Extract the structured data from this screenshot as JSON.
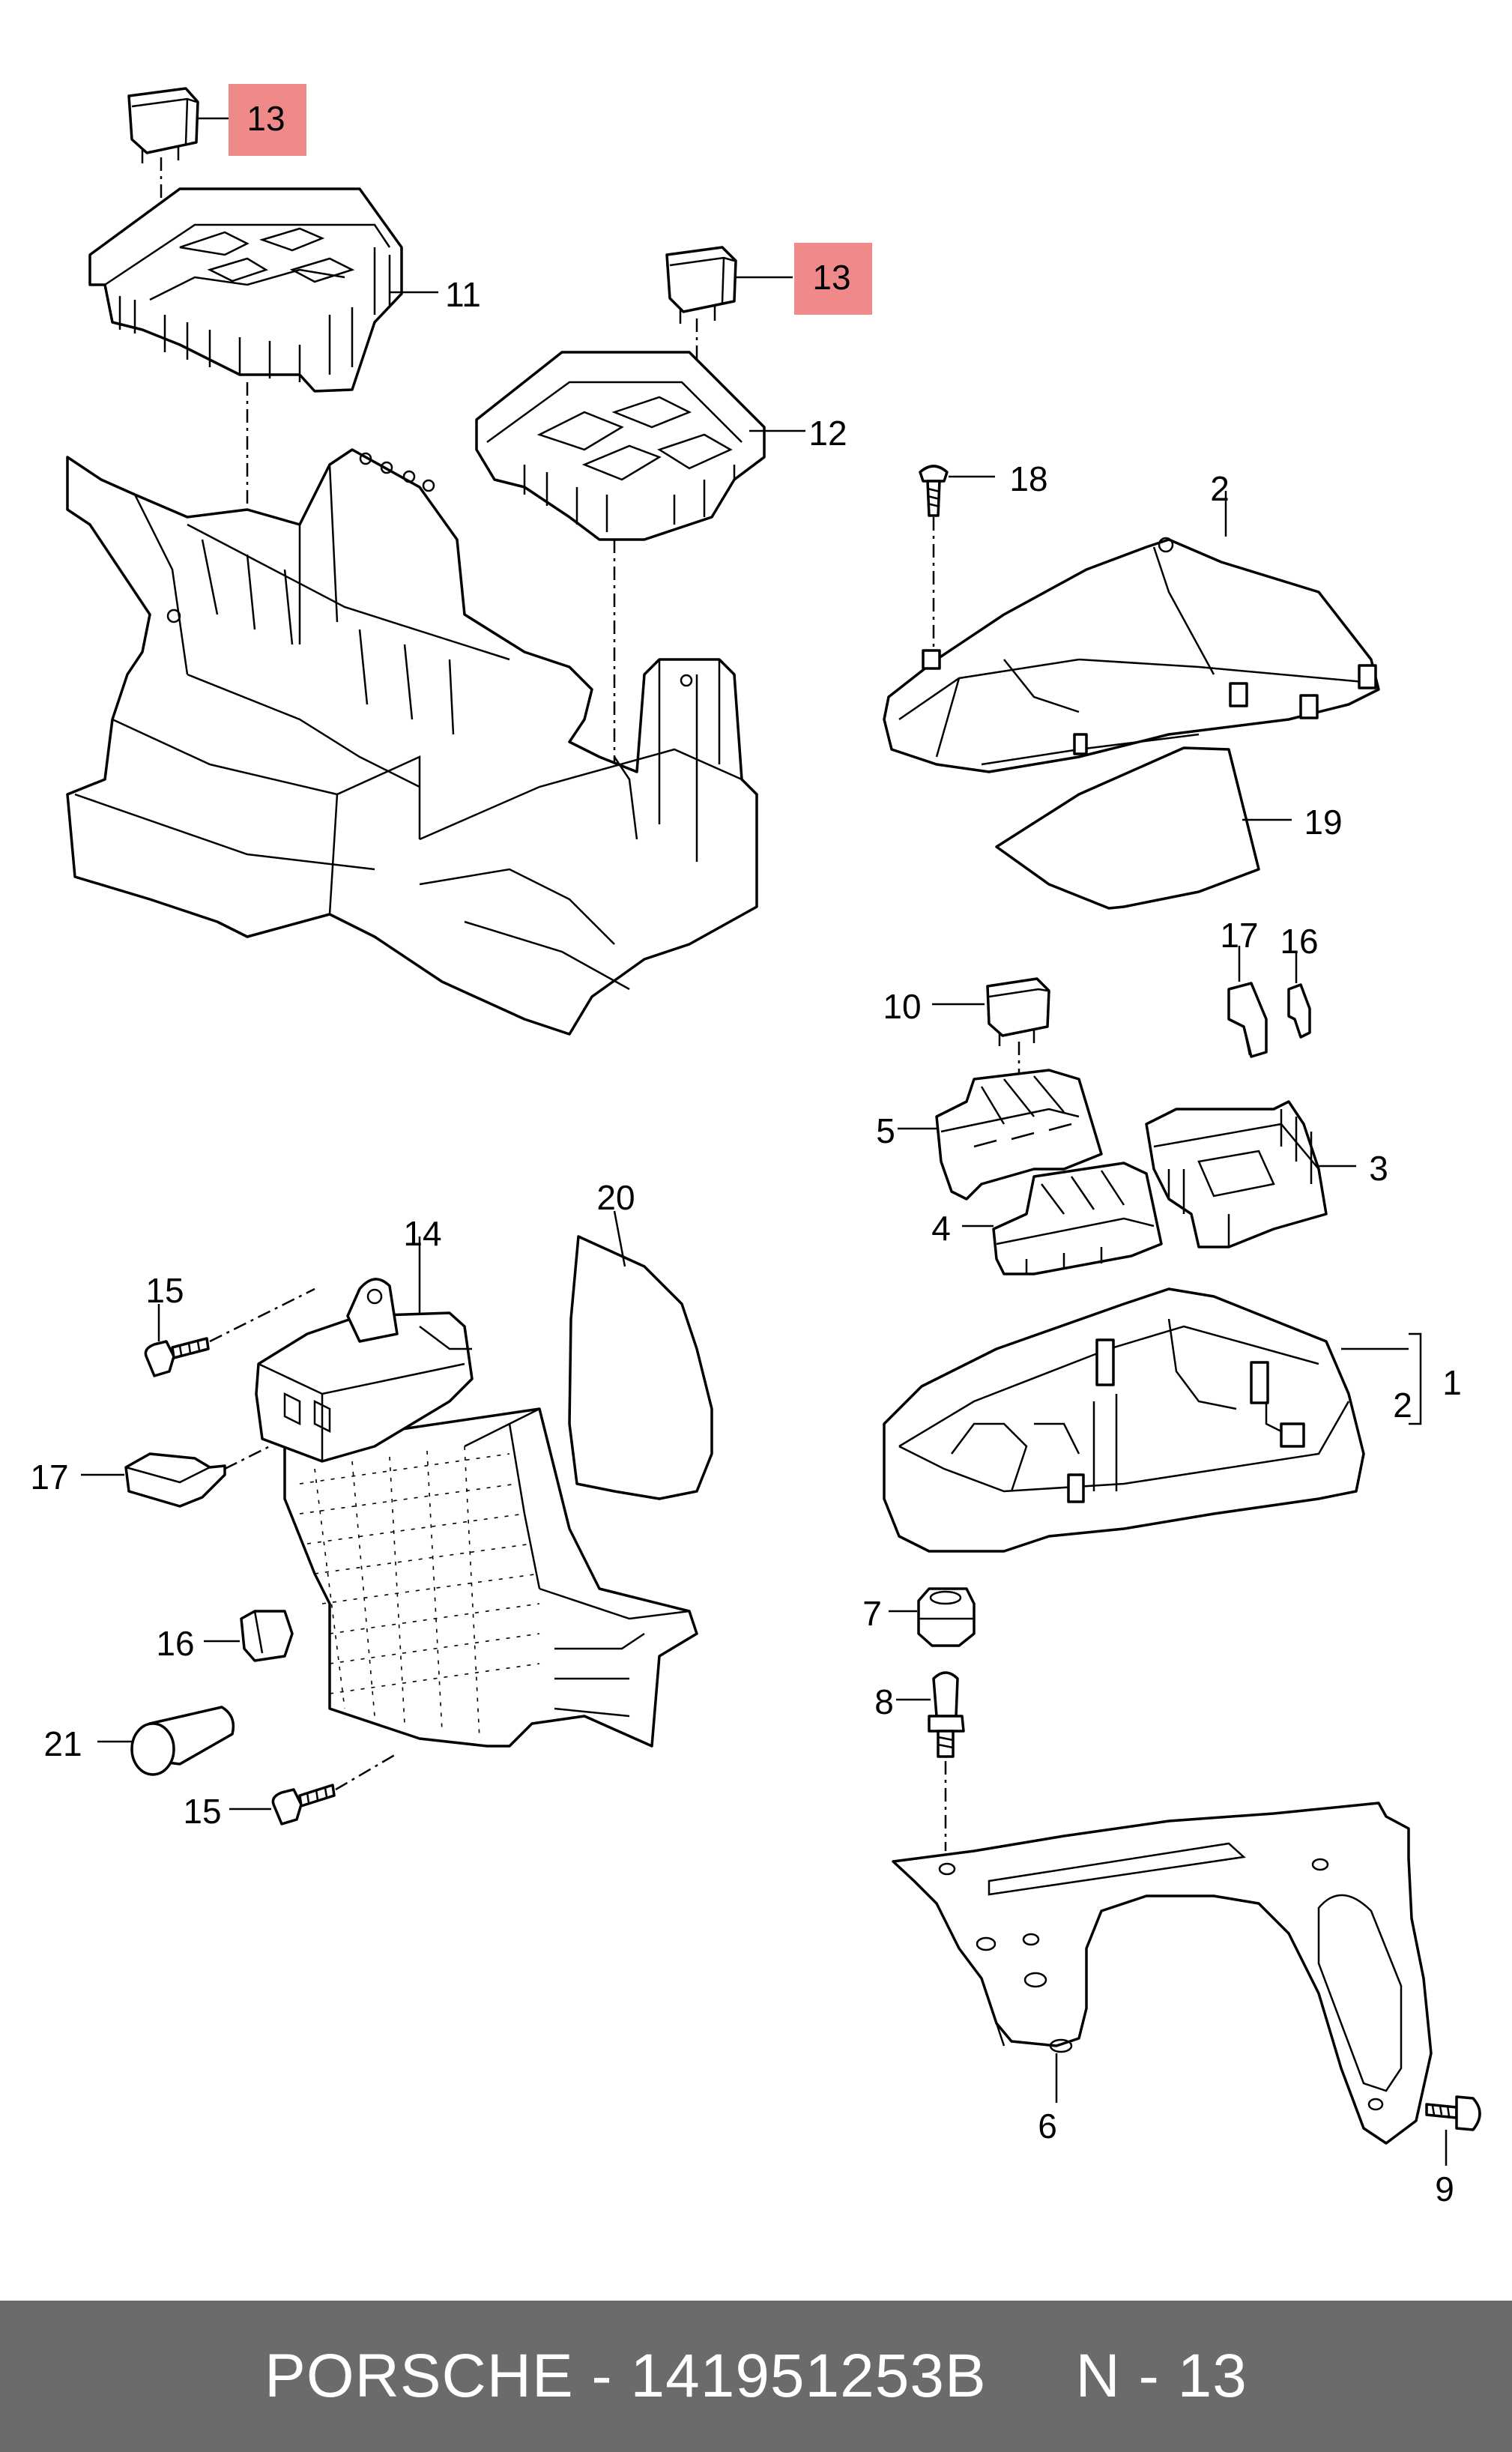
{
  "footer": {
    "text": "PORSCHE - 141951253B     N - 13",
    "background": "#6b6b6b"
  },
  "highlight_color": "#f08a8a",
  "callouts": [
    {
      "id": "c13a",
      "label": "13",
      "highlighted": true
    },
    {
      "id": "c13b",
      "label": "13",
      "highlighted": true
    },
    {
      "id": "c11",
      "label": "11"
    },
    {
      "id": "c12",
      "label": "12"
    },
    {
      "id": "c18",
      "label": "18"
    },
    {
      "id": "c2a",
      "label": "2"
    },
    {
      "id": "c19",
      "label": "19"
    },
    {
      "id": "c17a",
      "label": "17"
    },
    {
      "id": "c16a",
      "label": "16"
    },
    {
      "id": "c10",
      "label": "10"
    },
    {
      "id": "c5",
      "label": "5"
    },
    {
      "id": "c3",
      "label": "3"
    },
    {
      "id": "c4",
      "label": "4"
    },
    {
      "id": "c20",
      "label": "20"
    },
    {
      "id": "c14",
      "label": "14"
    },
    {
      "id": "c15a",
      "label": "15"
    },
    {
      "id": "c17b",
      "label": "17"
    },
    {
      "id": "c16b",
      "label": "16"
    },
    {
      "id": "c21",
      "label": "21"
    },
    {
      "id": "c15b",
      "label": "15"
    },
    {
      "id": "c1",
      "label": "1"
    },
    {
      "id": "c2b",
      "label": "2"
    },
    {
      "id": "c7",
      "label": "7"
    },
    {
      "id": "c8",
      "label": "8"
    },
    {
      "id": "c6",
      "label": "6"
    },
    {
      "id": "c9",
      "label": "9"
    }
  ]
}
